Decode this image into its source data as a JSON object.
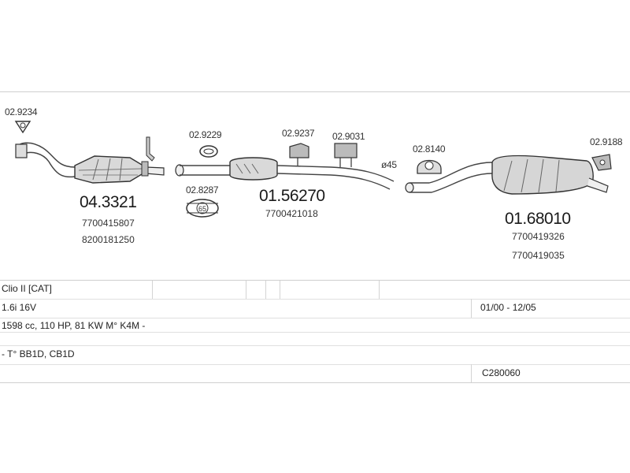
{
  "parts": {
    "clamp_left": "02.9234",
    "catalyst_no": "04.3321",
    "catalyst_oe1": "7700415807",
    "catalyst_oe2": "8200181250",
    "gasket_top": "02.9229",
    "gasket_bottom": "02.8287",
    "gasket_bottom_mark": "65",
    "hanger_a": "02.9237",
    "hanger_b": "02.9031",
    "middle_no": "01.56270",
    "middle_oe": "7700421018",
    "diameter": "ø45",
    "mount_c": "02.8140",
    "mount_d": "02.9188",
    "rear_no": "01.68010",
    "rear_oe1": "7700419326",
    "rear_oe2": "7700419035"
  },
  "table": {
    "model": "Clio II  [CAT]",
    "engine": "1.6i 16V",
    "dates": "01/00 - 12/05",
    "specs": "1598 cc, 110 HP, 81 KW M° K4M -",
    "types": "- T° BB1D, CB1D",
    "code": "C280060"
  }
}
